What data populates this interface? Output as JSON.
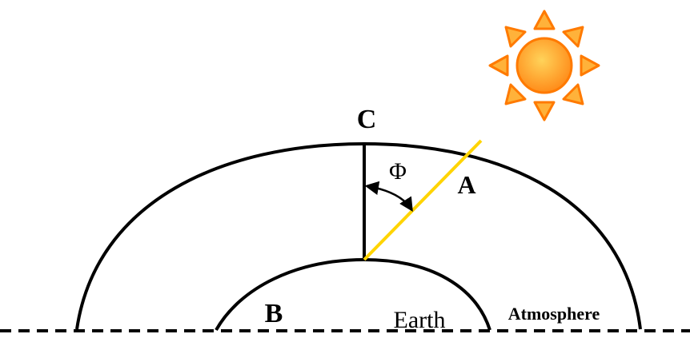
{
  "labels": {
    "point_a": "A",
    "point_b": "B",
    "point_c": "C",
    "angle": "Φ",
    "earth": "Earth",
    "atmosphere": "Atmosphere"
  },
  "colors": {
    "outline": "#000000",
    "sun_ray": "#ffd400",
    "sun_core_center": "#ffd35a",
    "sun_core_edge": "#ff8c1a",
    "sun_ray_fill": "#ffb23a",
    "sun_ray_stroke": "#ff7a00",
    "background": "#ffffff"
  }
}
